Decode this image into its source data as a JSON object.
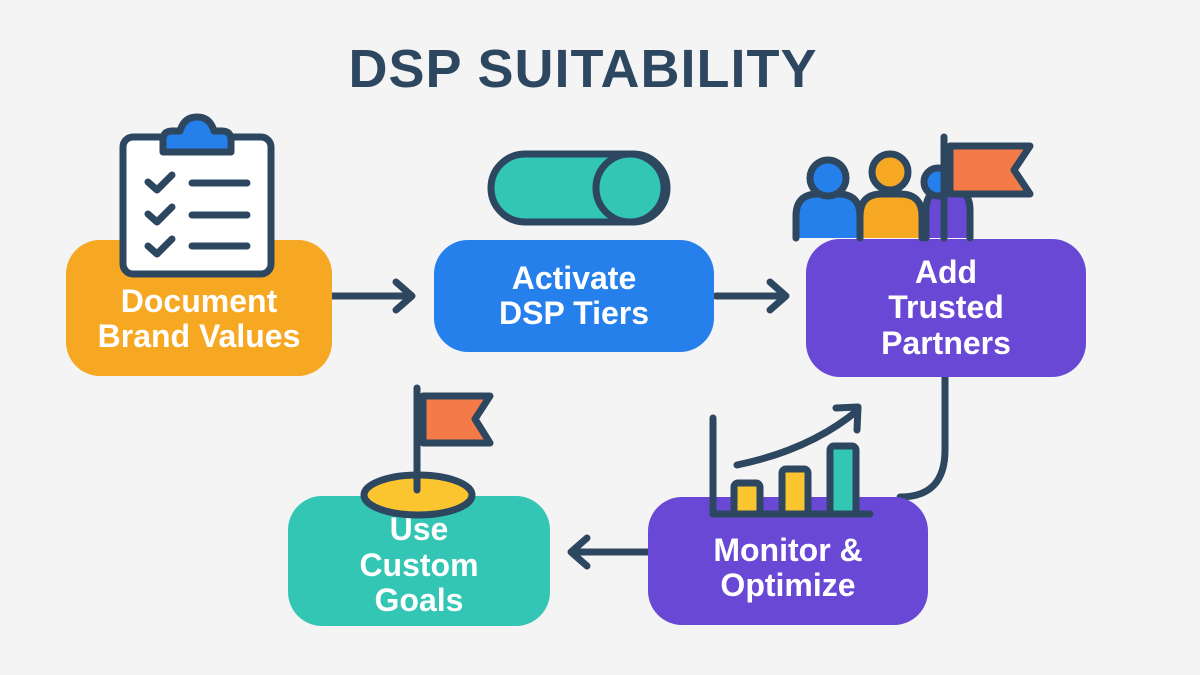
{
  "title": "DSP SUITABILITY",
  "colors": {
    "ink": "#2e4760",
    "orange": "#f7a823",
    "blue": "#2580ec",
    "purple": "#6a48d6",
    "teal": "#33c6b4",
    "flag": "#f47a48",
    "yellow": "#fbc530"
  },
  "steps": [
    {
      "id": "document",
      "lines": [
        "Document",
        "Brand Values"
      ],
      "icon": "clipboard-checklist-icon"
    },
    {
      "id": "activate",
      "lines": [
        "Activate",
        "DSP Tiers"
      ],
      "icon": "toggle-switch-icon"
    },
    {
      "id": "partners",
      "lines": [
        "Add",
        "Trusted",
        "Partners"
      ],
      "icon": "people-flag-icon"
    },
    {
      "id": "monitor",
      "lines": [
        "Monitor &",
        "Optimize"
      ],
      "icon": "bar-chart-trend-icon"
    },
    {
      "id": "goals",
      "lines": [
        "Use",
        "Custom",
        "Goals"
      ],
      "icon": "goal-flag-icon"
    }
  ]
}
